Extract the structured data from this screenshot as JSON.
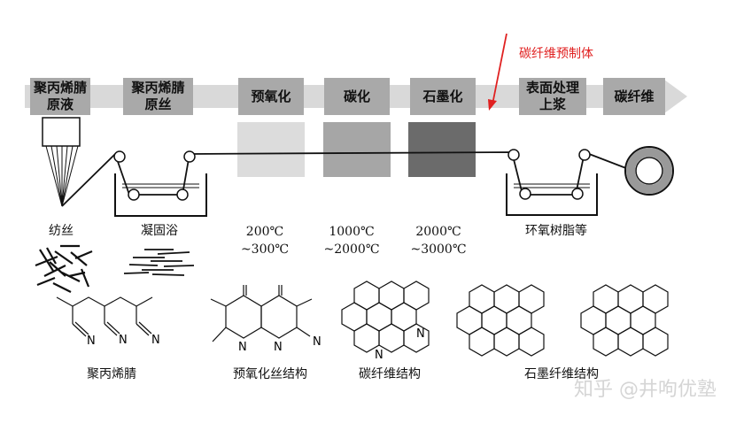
{
  "stages": [
    {
      "id": "pan-solution",
      "label": "聚丙烯腈\n原液"
    },
    {
      "id": "pan-precursor",
      "label": "聚丙烯腈\n原丝"
    },
    {
      "id": "preoxidation",
      "label": "预氧化"
    },
    {
      "id": "carbonization",
      "label": "碳化"
    },
    {
      "id": "graphitization",
      "label": "石墨化"
    },
    {
      "id": "surface-treatment",
      "label": "表面处理\n上浆"
    },
    {
      "id": "carbon-fiber",
      "label": "碳纤维"
    }
  ],
  "callout": {
    "label": "碳纤维预制体"
  },
  "process_labels": {
    "spinning": "纺丝",
    "coagulation_bath": "凝固浴",
    "epoxy_resin": "环氧树脂等"
  },
  "temperatures": [
    {
      "line1": "200℃",
      "line2": "~300℃"
    },
    {
      "line1": "1000℃",
      "line2": "~2000℃"
    },
    {
      "line1": "2000℃",
      "line2": "~3000℃"
    }
  ],
  "structures": {
    "pan": "聚丙烯腈",
    "preox": "预氧化丝结构",
    "carbon": "碳纤维结构",
    "graphite": "石墨纤维结构"
  },
  "atom_labels": {
    "nitrogen": "N"
  },
  "watermark": "知乎 @井呴优塾",
  "colors": {
    "arrow_band": "#d9d9d9",
    "stage_box": "#a9a9a9",
    "preox_furnace": "#dcdcdc",
    "carbon_furnace": "#a6a6a6",
    "graphite_furnace": "#6b6b6b",
    "callout": "#e02020"
  }
}
